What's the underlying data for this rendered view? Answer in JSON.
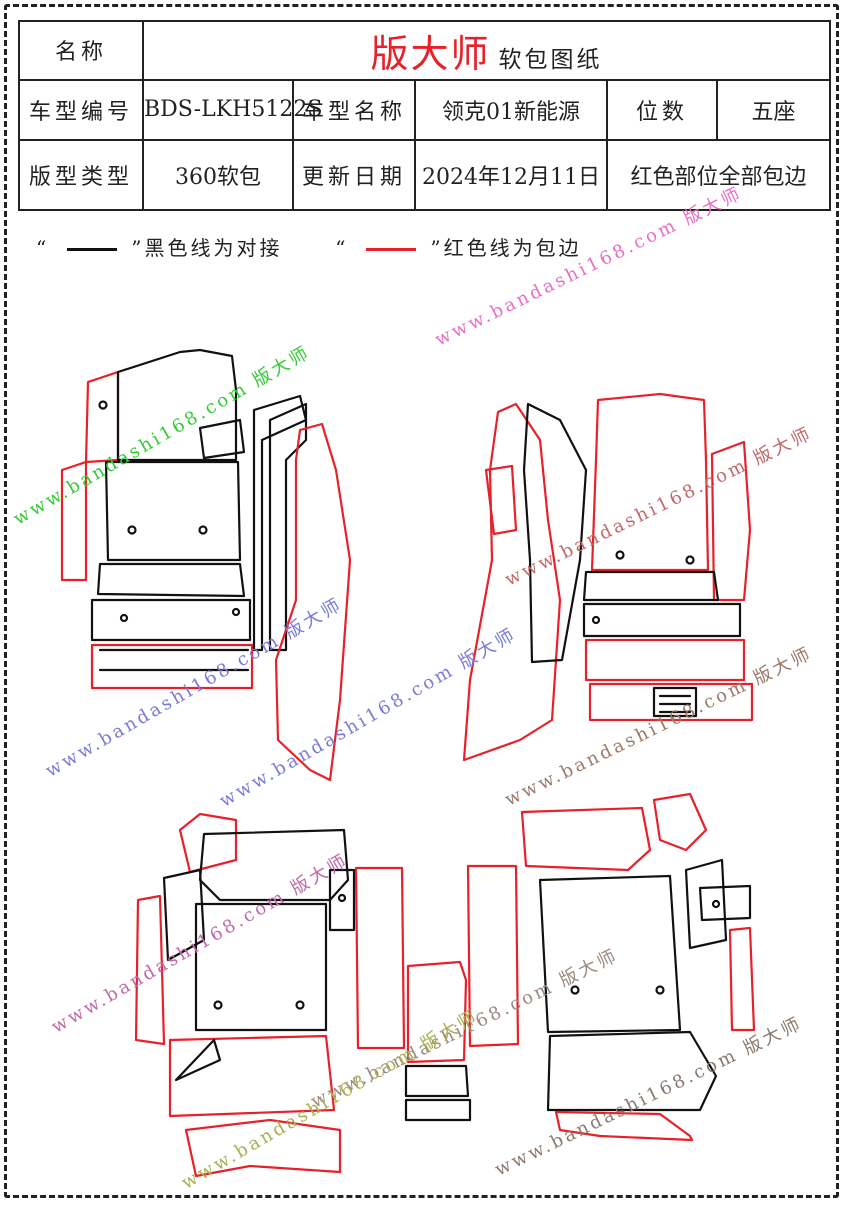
{
  "header": {
    "name_label": "名称",
    "brand": "版大师",
    "subtitle": "软包图纸",
    "model_code_label": "车型编号",
    "model_code": "BDS-LKH5122S",
    "model_name_label": "车型名称",
    "model_name": "领克01新能源",
    "seats_label": "位数",
    "seats": "五座",
    "type_label": "版型类型",
    "type": "360软包",
    "date_label": "更新日期",
    "date": "2024年12月11日",
    "note": "红色部位全部包边"
  },
  "legend": {
    "open_quote": "“",
    "close_quote": "”",
    "black_text": "黑色线为对接",
    "red_text": "红色线为包边"
  },
  "colors": {
    "seam": "#111111",
    "edge": "#e8202a",
    "text": "#222222"
  },
  "watermarks": [
    {
      "text": "www.bandashi168.com 版大师",
      "color": "#33cc33"
    },
    {
      "text": "www.bandashi168.com 版大师",
      "color": "#e86fc4"
    },
    {
      "text": "www.bandashi168.com 版大师",
      "color": "#c06a6a"
    },
    {
      "text": "www.bandashi168.com 版大师",
      "color": "#7a7ad8"
    },
    {
      "text": "www.bandashi168.com 版大师",
      "color": "#9a7a6a"
    },
    {
      "text": "www.bandashi168.com 版大师",
      "color": "#7a7ad8"
    },
    {
      "text": "www.bandashi168.com 版大师",
      "color": "#8a7a70"
    },
    {
      "text": "www.bandashi168.com 版大师",
      "color": "#c06aa8"
    },
    {
      "text": "www.bandashi168.com 版大师",
      "color": "#9a8a80"
    },
    {
      "text": "www.bandashi168.com 版大师",
      "color": "#aab050"
    }
  ]
}
